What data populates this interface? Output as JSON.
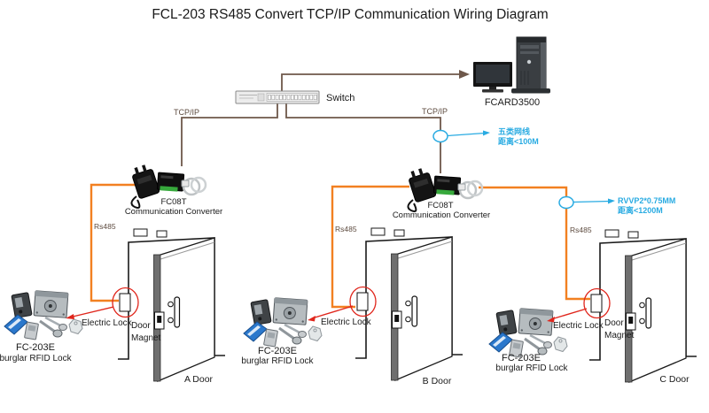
{
  "title": "FCL-203 RS485 Convert TCP/IP Communication Wiring Diagram",
  "colors": {
    "wire_brown": "#6e584a",
    "wire_orange": "#f28021",
    "annotation_blue": "#29abe2",
    "arrow_red": "#e0261c"
  },
  "network": {
    "switch_label": "Switch",
    "computer_label": "FCARD3500",
    "tcpip_left": "TCP/IP",
    "tcpip_right": "TCP/IP"
  },
  "converters": {
    "left": {
      "name": "FC08T",
      "label": "Communication Converter"
    },
    "right": {
      "name": "FC08T",
      "label": "Communication Converter"
    }
  },
  "annotations": {
    "cat5_line1": "五类网线",
    "cat5_line2": "距离<100M",
    "rvvp_line1": "RVVP2*0.75MM",
    "rvvp_line2": "距离<1200M"
  },
  "doors": [
    {
      "label": "A Door",
      "rs485": "Rs485",
      "electric_lock": "Electric Lock",
      "magnet_line1": "Door",
      "magnet_line2": "Magnet",
      "kit_name": "FC-203E",
      "kit_label": "burglar RFID Lock"
    },
    {
      "label": "B Door",
      "rs485": "Rs485",
      "electric_lock": "Electric Lock",
      "magnet_line1": "",
      "magnet_line2": "",
      "kit_name": "FC-203E",
      "kit_label": "burglar RFID Lock"
    },
    {
      "label": "C Door",
      "rs485": "Rs485",
      "electric_lock": "Electric Lock",
      "magnet_line1": "Door",
      "magnet_line2": "Magnet",
      "kit_name": "FC-203E",
      "kit_label": "burglar RFID Lock"
    }
  ]
}
